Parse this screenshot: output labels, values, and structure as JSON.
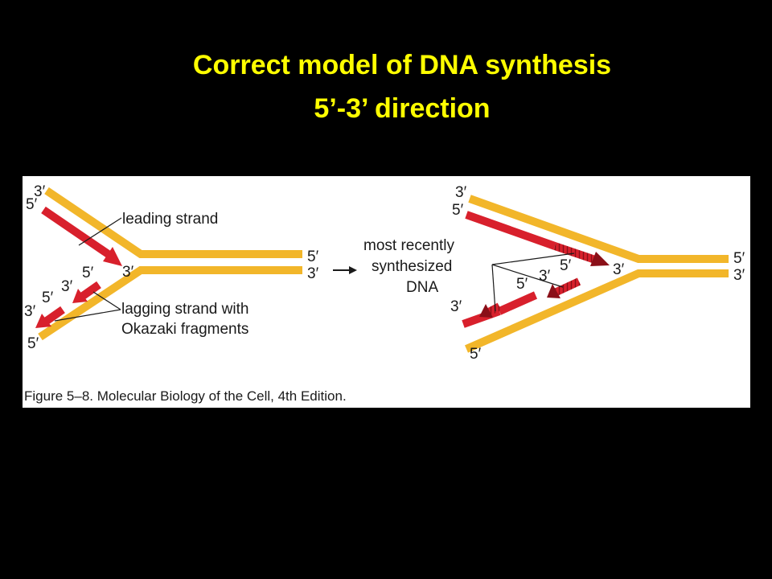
{
  "slide": {
    "title_line1": "Correct model of DNA synthesis",
    "title_line2": "5’-3’ direction"
  },
  "figure": {
    "caption": "Figure 5–8. Molecular Biology of the Cell, 4th Edition.",
    "labels": {
      "leading_strand": "leading strand",
      "lagging_line1": "lagging strand with",
      "lagging_line2": "Okazaki fragments",
      "recent_line1": "most recently",
      "recent_line2": "synthesized",
      "recent_line3": "DNA"
    },
    "ends": {
      "three_prime": "3′",
      "five_prime": "5′"
    }
  },
  "colors": {
    "background": "#000000",
    "title": "#ffff00",
    "template_strand": "#f2b62a",
    "new_strand": "#d8202c",
    "panel": "#ffffff"
  }
}
